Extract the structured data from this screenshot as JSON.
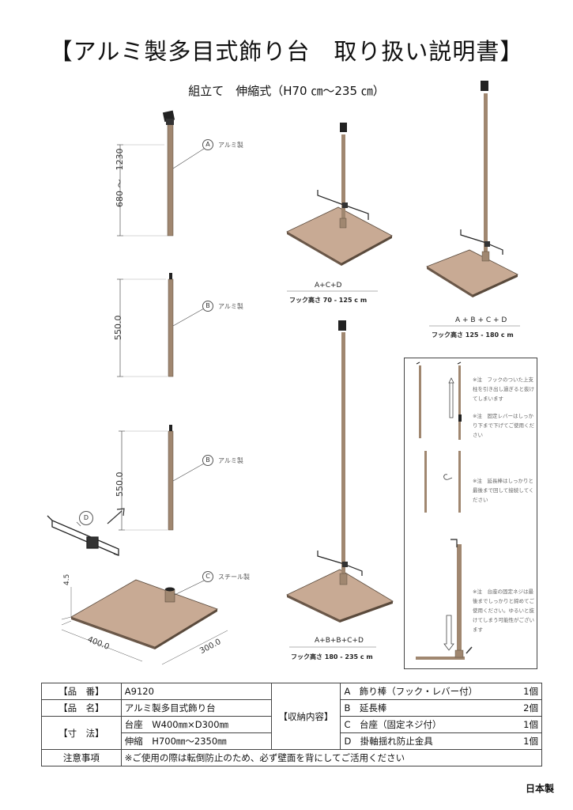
{
  "title": "【アルミ製多目式飾り台　取り扱い説明書】",
  "subtitle": "組立て　伸縮式（H70 ㎝～235 ㎝）",
  "parts": {
    "a": {
      "dim": "680 ～　1230",
      "letter": "A",
      "note": "アルミ製"
    },
    "b1": {
      "dim": "550.0",
      "letter": "B",
      "note": "アルミ製"
    },
    "b2": {
      "dim": "550.0",
      "letter": "B",
      "note": "アルミ製"
    },
    "d": {
      "letter": "D"
    },
    "c": {
      "letter": "C",
      "note": "スチール製",
      "thickness": "4.5",
      "width": "400.0",
      "depth": "300.0"
    }
  },
  "configs": {
    "acd": {
      "formula": "A+C+D",
      "height": "フック高さ 70 - 125 c m"
    },
    "abcd": {
      "formula": "A + B + C + D",
      "height": "フック高さ 125 - 180 c m"
    },
    "abbcd": {
      "formula": "A+B+B+C+D",
      "height": "フック高さ 180 - 235 c m"
    }
  },
  "steps": [
    "※注　フックのついた上支柱を引き出し過ぎると抜けてしまいます",
    "※注　固定レバーはしっかり下まで下げてご使用ください",
    "※注　延長棒はしっかりと最後まで回して接続してください",
    "※注　台座の固定ネジは最後までしっかりと締めてご使用ください。ゆるいと抜けてしまう可能性がございます"
  ],
  "spec": {
    "product_no_label": "【品　番】",
    "product_no": "A9120",
    "product_name_label": "【品　名】",
    "product_name": "アルミ製多目式飾り台",
    "size_label": "【寸　法】",
    "size_base": "台座　W400㎜×D300㎜",
    "size_ext": "伸縮　H700㎜～2350㎜",
    "contents_label": "【収納内容】",
    "contents": [
      {
        "item": "A　飾り棒（フック・レバー付）",
        "count": "1個"
      },
      {
        "item": "B　延長棒",
        "count": "2個"
      },
      {
        "item": "C　台座（固定ネジ付）",
        "count": "1個"
      },
      {
        "item": "D　掛軸揺れ防止金具",
        "count": "1個"
      }
    ],
    "caution_label": "注意事項",
    "caution": "※ご使用の際は転倒防止のため、必ず壁面を背にしてご活用ください"
  },
  "origin": "日本製",
  "colors": {
    "pole": "#a08770",
    "base": "#c8aa94",
    "dark": "#222222"
  }
}
